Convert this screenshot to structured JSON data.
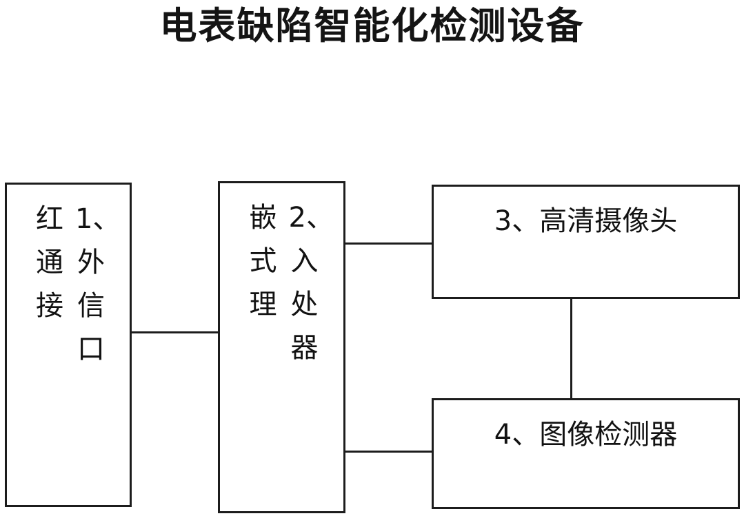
{
  "title": "电表缺陷智能化检测设备",
  "colors": {
    "background": "#ffffff",
    "line": "#1c1c1c",
    "text": "#121212"
  },
  "nodes": [
    {
      "id": "infrared-port",
      "number": "1",
      "label": "1、红外通信接口",
      "orientation": "vertical-rtl",
      "columns": [
        [
          "1",
          "、",
          "外",
          "信",
          "口"
        ],
        [
          "红",
          "通",
          "接"
        ]
      ],
      "col_right": "1、\n外\n信\n口",
      "col_left": "红\n通\n接",
      "chars": {
        "c0": "1、",
        "c1": "外",
        "c2": "信",
        "c3": "口",
        "d0": "红",
        "d1": "通",
        "d2": "接"
      }
    },
    {
      "id": "embedded-processor",
      "number": "2",
      "label": "2、嵌入式处理器",
      "orientation": "vertical-rtl",
      "columns": [
        [
          "2",
          "、",
          "入",
          "处",
          "器"
        ],
        [
          "嵌",
          "式",
          "理"
        ]
      ],
      "chars": {
        "c0": "2、",
        "c1": "入",
        "c2": "处",
        "c3": "器",
        "d0": "嵌",
        "d1": "式",
        "d2": "理"
      }
    },
    {
      "id": "hd-camera",
      "number": "3",
      "label": "3、高清摄像头",
      "orientation": "horizontal"
    },
    {
      "id": "image-detector",
      "number": "4",
      "label": "4、图像检测器",
      "orientation": "horizontal"
    }
  ],
  "connections": [
    {
      "id": "port-to-processor",
      "from": "infrared-port",
      "to": "embedded-processor",
      "type": "horizontal"
    },
    {
      "id": "processor-to-camera",
      "from": "embedded-processor",
      "to": "hd-camera",
      "type": "horizontal"
    },
    {
      "id": "processor-to-detector",
      "from": "embedded-processor",
      "to": "image-detector",
      "type": "horizontal"
    },
    {
      "id": "camera-to-detector",
      "from": "hd-camera",
      "to": "image-detector",
      "type": "vertical"
    }
  ]
}
